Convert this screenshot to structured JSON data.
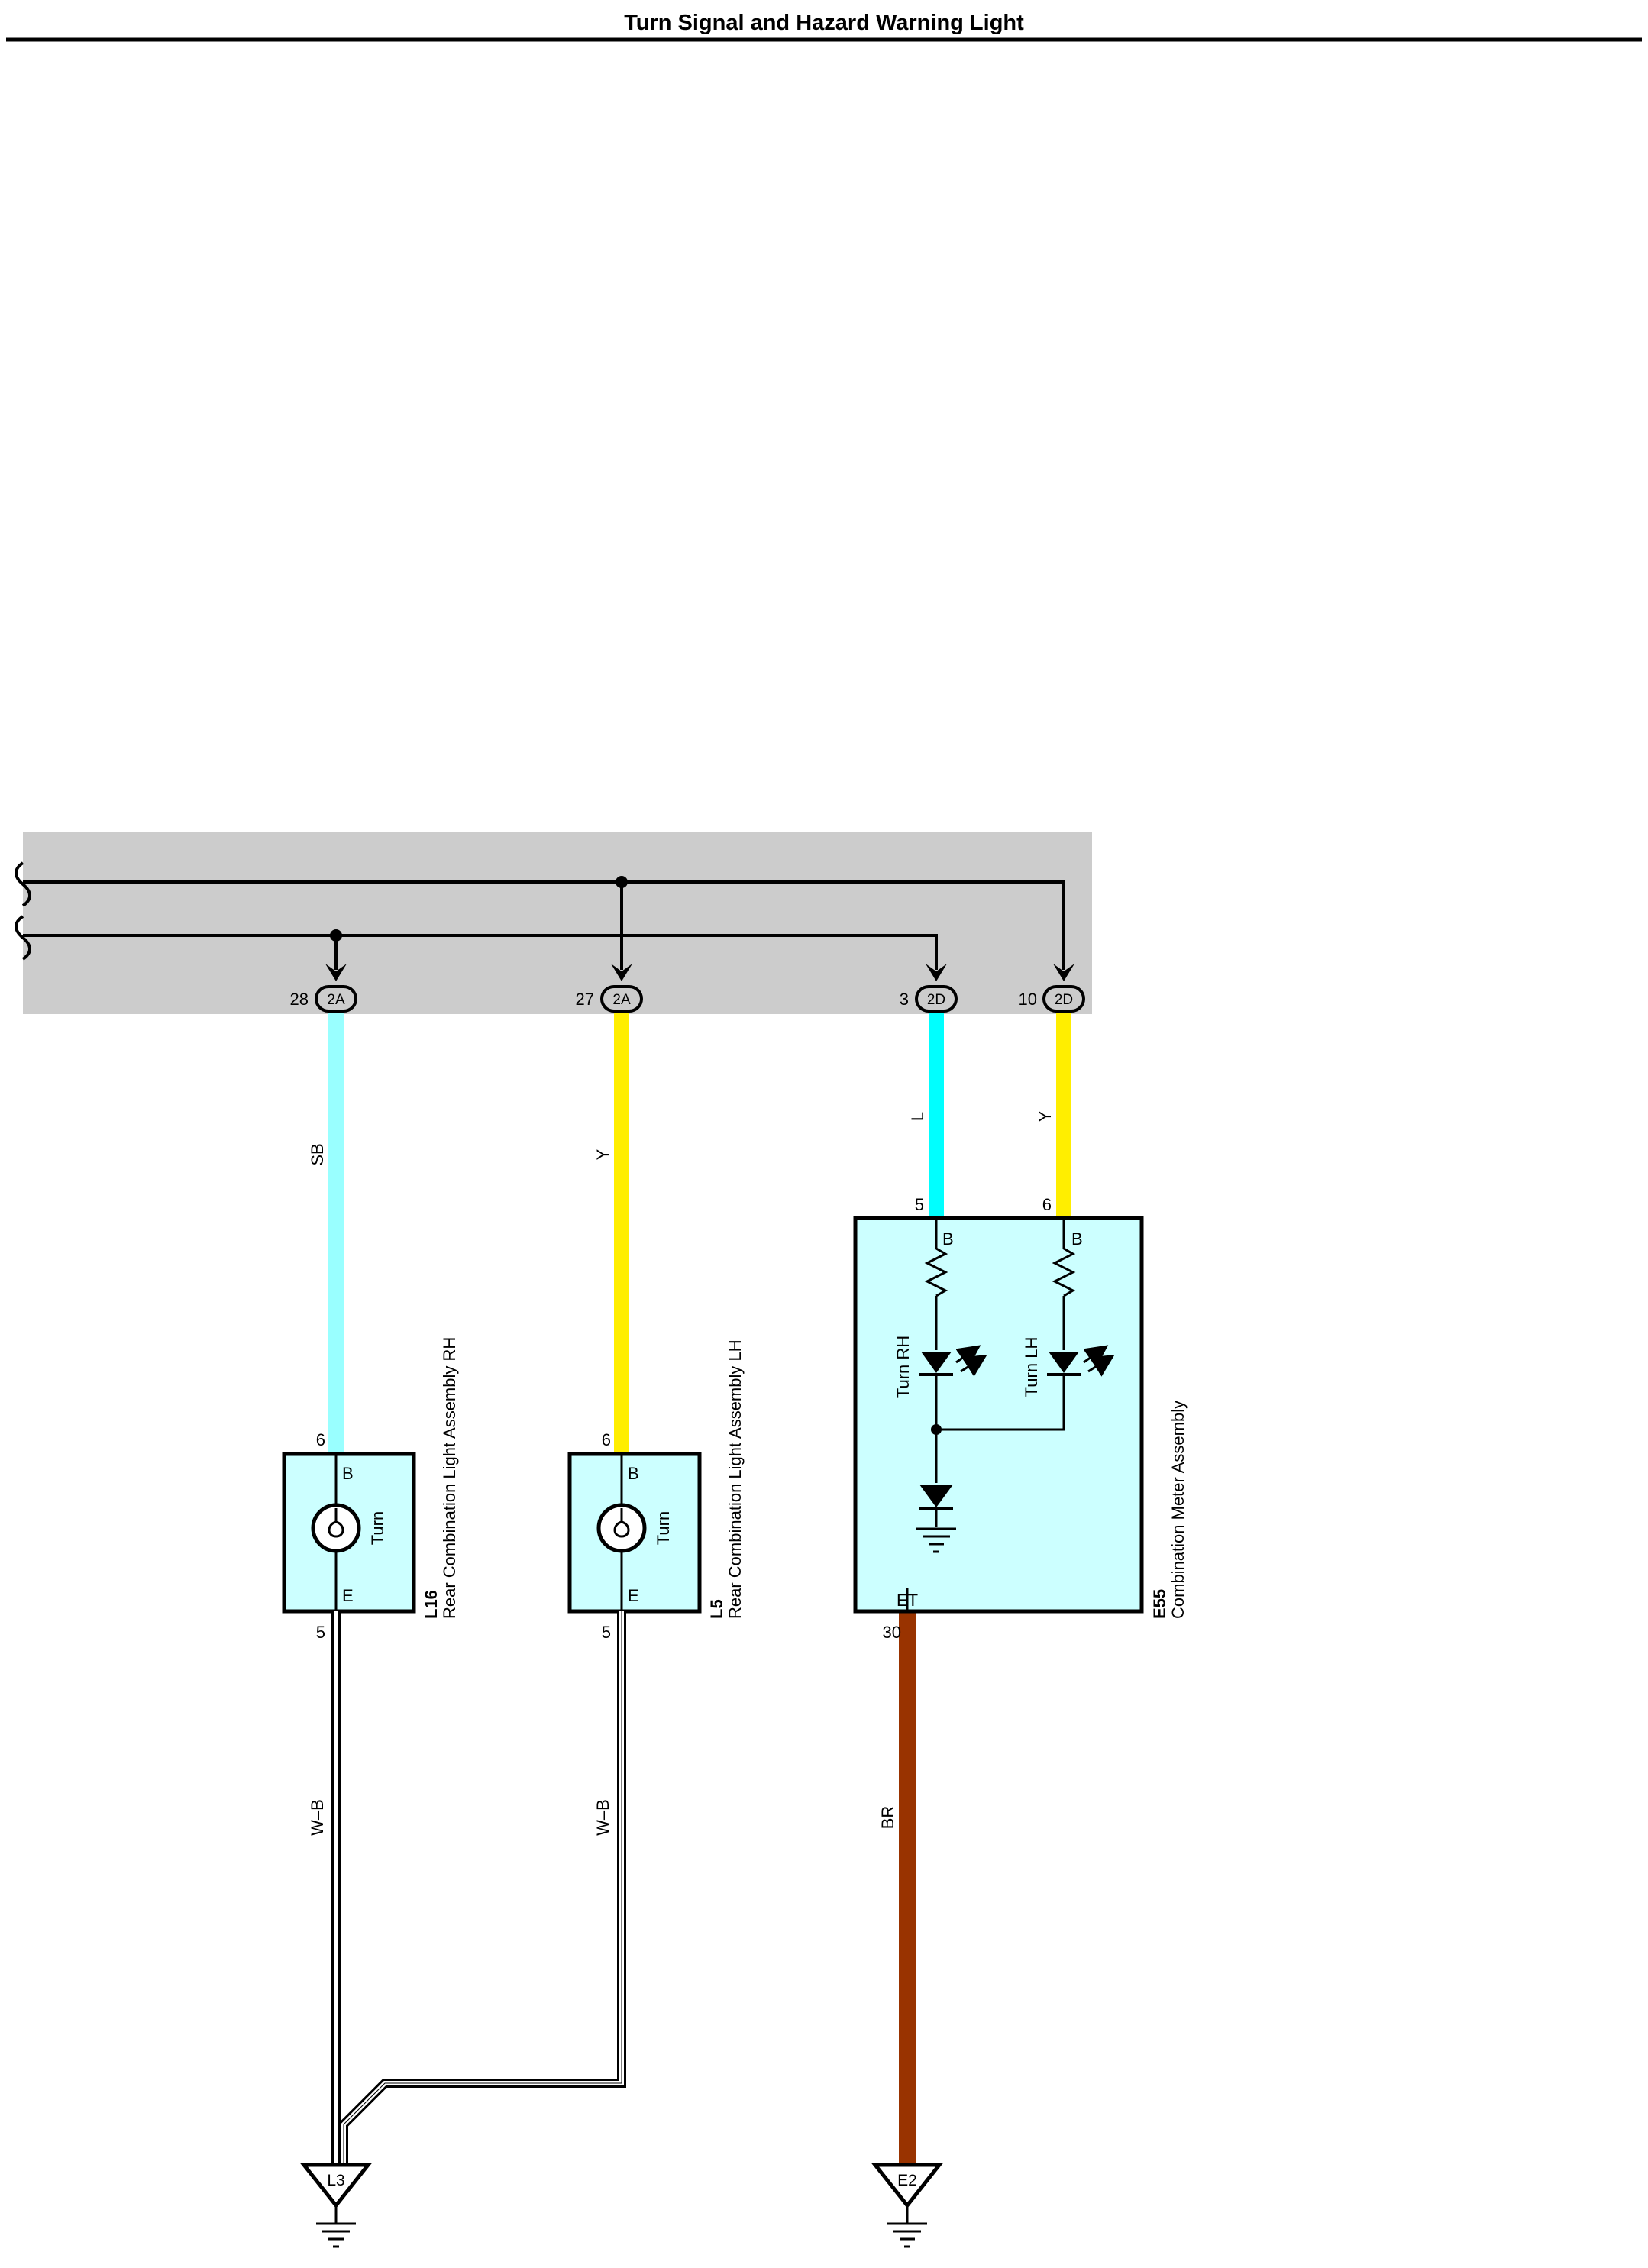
{
  "title": "Turn Signal and Hazard Warning Light",
  "colors": {
    "background_panel": "#cccccc",
    "component_fill": "#ccffff",
    "wire_SB": "#99ffff",
    "wire_L": "#00ffff",
    "wire_Y": "#ffee00",
    "wire_BR": "#993300",
    "wire_W_B": "#ffffff"
  },
  "connectors": {
    "c28": {
      "pin": "28",
      "code": "2A"
    },
    "c27": {
      "pin": "27",
      "code": "2A"
    },
    "c3": {
      "pin": "3",
      "code": "2D"
    },
    "c10": {
      "pin": "10",
      "code": "2D"
    }
  },
  "wires": {
    "sb": "SB",
    "y_left": "Y",
    "l": "L",
    "y_right": "Y",
    "wb_left": "W–B",
    "wb_right": "W–B",
    "br": "BR"
  },
  "components": {
    "l16": {
      "code": "L16",
      "name": "Rear Combination Light Assembly RH",
      "pin_top": "6",
      "pin_bottom": "5",
      "term_top": "B",
      "term_bottom": "E",
      "lamp": "Turn"
    },
    "l5": {
      "code": "L5",
      "name": "Rear Combination Light Assembly LH",
      "pin_top": "6",
      "pin_bottom": "5",
      "term_top": "B",
      "term_bottom": "E",
      "lamp": "Turn"
    },
    "e55": {
      "code": "E55",
      "name": "Combination Meter Assembly",
      "pin_left": "5",
      "pin_right": "6",
      "term_left": "B",
      "term_right": "B",
      "led_rh": "Turn RH",
      "led_lh": "Turn LH",
      "term_ground": "ET",
      "pin_ground": "30"
    }
  },
  "grounds": {
    "l3": "L3",
    "e2": "E2"
  }
}
